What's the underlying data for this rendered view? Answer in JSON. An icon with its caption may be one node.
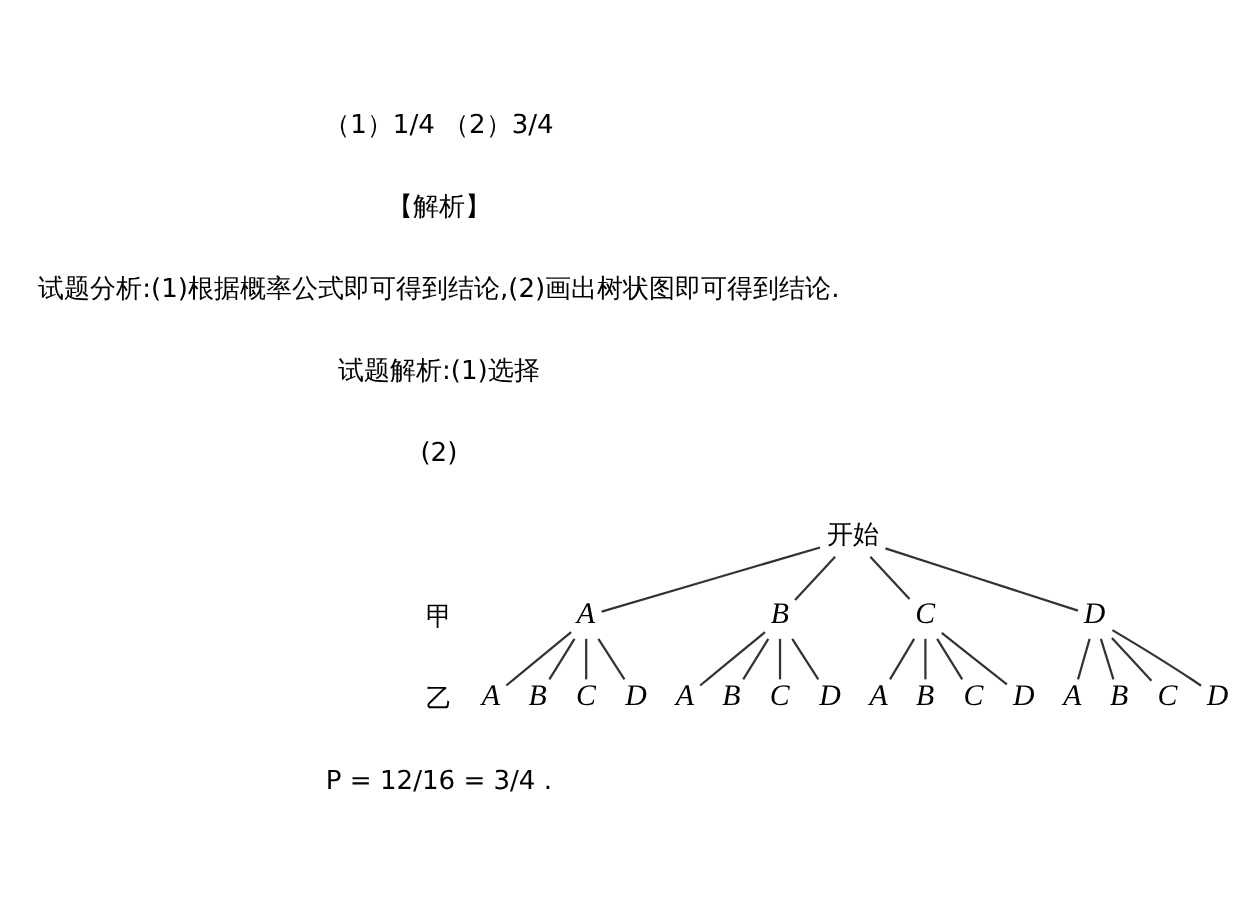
{
  "diagram": {
    "nodes": [
      {
        "text": [
          "开始"
        ]
      },
      {
        "text": [
          "A"
        ]
      },
      {
        "text": [
          "B"
        ]
      },
      {
        "text": [
          "C"
        ]
      },
      {
        "text": [
          "D"
        ]
      },
      {
        "text": [
          "A"
        ]
      },
      {
        "text": [
          "B"
        ]
      },
      {
        "text": [
          "C"
        ]
      },
      {
        "text": [
          "D"
        ]
      },
      {
        "text": [
          "A"
        ]
      },
      {
        "text": [
          "B"
        ]
      },
      {
        "text": [
          "C"
        ]
      },
      {
        "text": [
          "D"
        ]
      },
      {
        "text": [
          "A"
        ]
      },
      {
        "text": [
          "B"
        ]
      },
      {
        "text": [
          "C"
        ]
      },
      {
        "text": [
          "D"
        ]
      },
      {
        "text": [
          "A"
        ]
      },
      {
        "text": [
          "B"
        ]
      },
      {
        "text": [
          "C"
        ]
      },
      {
        "text": [
          "D"
        ]
      }
    ],
    "edges": [
      {
        "from": 0,
        "to": 1,
        "arrow": "none"
      },
      {
        "from": 0,
        "to": 2,
        "arrow": "none"
      },
      {
        "from": 0,
        "to": 3,
        "arrow": "none"
      },
      {
        "from": 0,
        "to": 4,
        "arrow": "none"
      },
      {
        "from": 1,
        "to": 5,
        "arrow": "none"
      },
      {
        "from": 1,
        "to": 6,
        "arrow": "none"
      },
      {
        "from": 1,
        "to": 7,
        "arrow": "none"
      },
      {
        "from": 1,
        "to": 8,
        "arrow": "none"
      },
      {
        "from": 2,
        "to": 9,
        "arrow": "none"
      },
      {
        "from": 2,
        "to": 10,
        "arrow": "none"
      },
      {
        "from": 2,
        "to": 11,
        "arrow": "none"
      },
      {
        "from": 2,
        "to": 12,
        "arrow": "none"
      },
      {
        "from": 3,
        "to": 13,
        "arrow": "none"
      },
      {
        "from": 3,
        "to": 14,
        "arrow": "none"
      },
      {
        "from": 3,
        "to": 15,
        "arrow": "none"
      },
      {
        "from": 3,
        "to": 16,
        "arrow": "none"
      },
      {
        "from": 4,
        "to": 17,
        "arrow": "none"
      },
      {
        "from": 4,
        "to": 18,
        "arrow": "none"
      },
      {
        "from": 4,
        "to": 19,
        "arrow": "none"
      },
      {
        "from": 4,
        "to": 20,
        "arrow": "none"
      }
    ],
    "labels": [
      "（1）1/4 （2）3/4",
      "【解析】",
      "试题分析:(1)根据概率公式即可得到结论,(2)画出树状图即可得到结论.",
      "试题解析:(1)选择",
      "(2)",
      "甲",
      "乙",
      "P = 12/16 = 3/4 ."
    ]
  }
}
